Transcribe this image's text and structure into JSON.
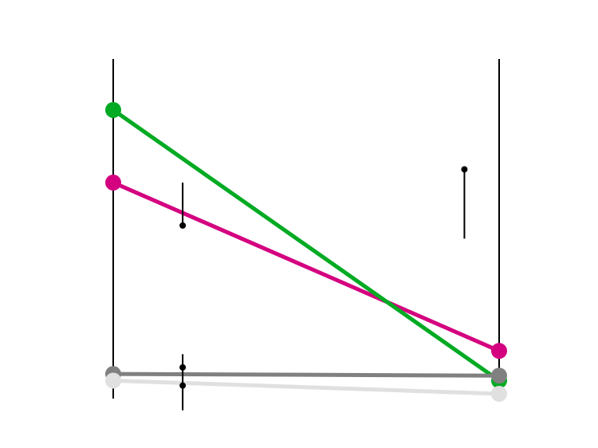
{
  "chart_data": {
    "type": "line",
    "title": "",
    "xlabel": "",
    "ylabel": "",
    "grid": false,
    "legend": "none",
    "ylim": [
      0,
      100
    ],
    "axes": [
      {
        "position": 0
      },
      {
        "position": 1
      }
    ],
    "x": [
      0,
      1
    ],
    "series": [
      {
        "color": "#d4007f",
        "values": [
          64,
          13
        ]
      },
      {
        "color": "#00aa22",
        "values": [
          86,
          4
        ]
      },
      {
        "color": "#808080",
        "values": [
          6,
          5.5
        ]
      },
      {
        "color": "#e0e0e0",
        "values": [
          4,
          0
        ]
      }
    ],
    "error_markers": [
      {
        "x": 0.18,
        "y": 51,
        "low": 51,
        "high": 64
      },
      {
        "x": 0.18,
        "y": 8,
        "low": 3,
        "high": 12
      },
      {
        "x": 0.18,
        "y": 2.5,
        "low": -5,
        "high": 2.5
      },
      {
        "x": 0.91,
        "y": 68,
        "low": 47,
        "high": 68
      }
    ]
  }
}
